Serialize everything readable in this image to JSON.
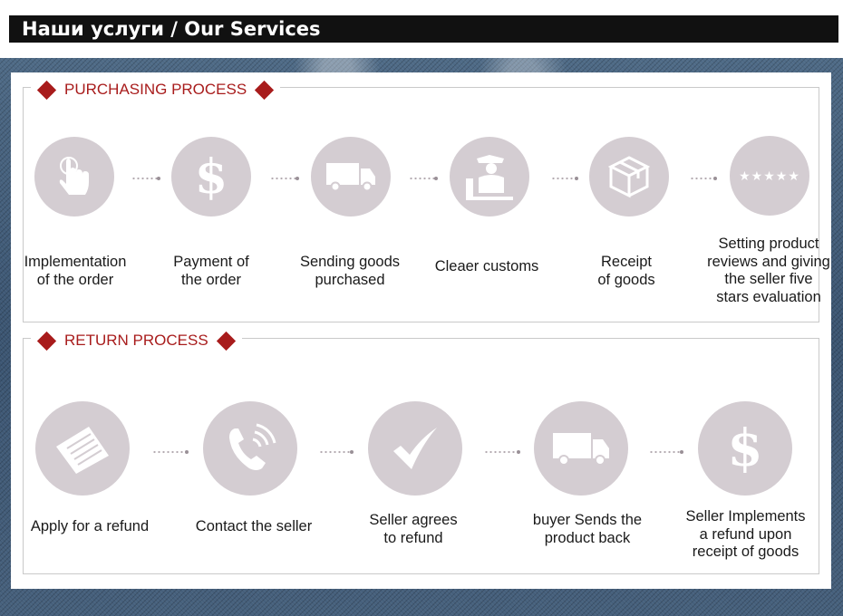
{
  "header": {
    "title": "Наши услуги / Our Services"
  },
  "colors": {
    "accent": "#a81c1c",
    "icon_circle": "#d4cdd2",
    "topbar": "#111111"
  },
  "purchasing": {
    "title": "PURCHASING PROCESS",
    "steps": [
      {
        "label": "Implementation\nof the order",
        "icon": "hand-pointer-icon"
      },
      {
        "label": "Payment of\nthe order",
        "icon": "dollar-icon",
        "glyph": "$"
      },
      {
        "label": "Sending goods\npurchased",
        "icon": "truck-icon"
      },
      {
        "label": "Cleaer customs",
        "icon": "customs-officer-icon"
      },
      {
        "label": "Receipt\nof goods",
        "icon": "box-icon"
      },
      {
        "label": "Setting product\nreviews and giving\nthe seller five\nstars evaluation",
        "icon": "five-stars-icon",
        "glyph": "★★★★★"
      }
    ]
  },
  "return": {
    "title": "RETURN PROCESS",
    "steps": [
      {
        "label": "Apply for a refund",
        "icon": "document-icon"
      },
      {
        "label": "Contact the seller",
        "icon": "phone-icon"
      },
      {
        "label": "Seller agrees\nto refund",
        "icon": "checkmark-icon"
      },
      {
        "label": "buyer Sends the\nproduct back",
        "icon": "truck-icon"
      },
      {
        "label": "Seller Implements\na refund upon\nreceipt of goods",
        "icon": "dollar-icon",
        "glyph": "$"
      }
    ]
  }
}
